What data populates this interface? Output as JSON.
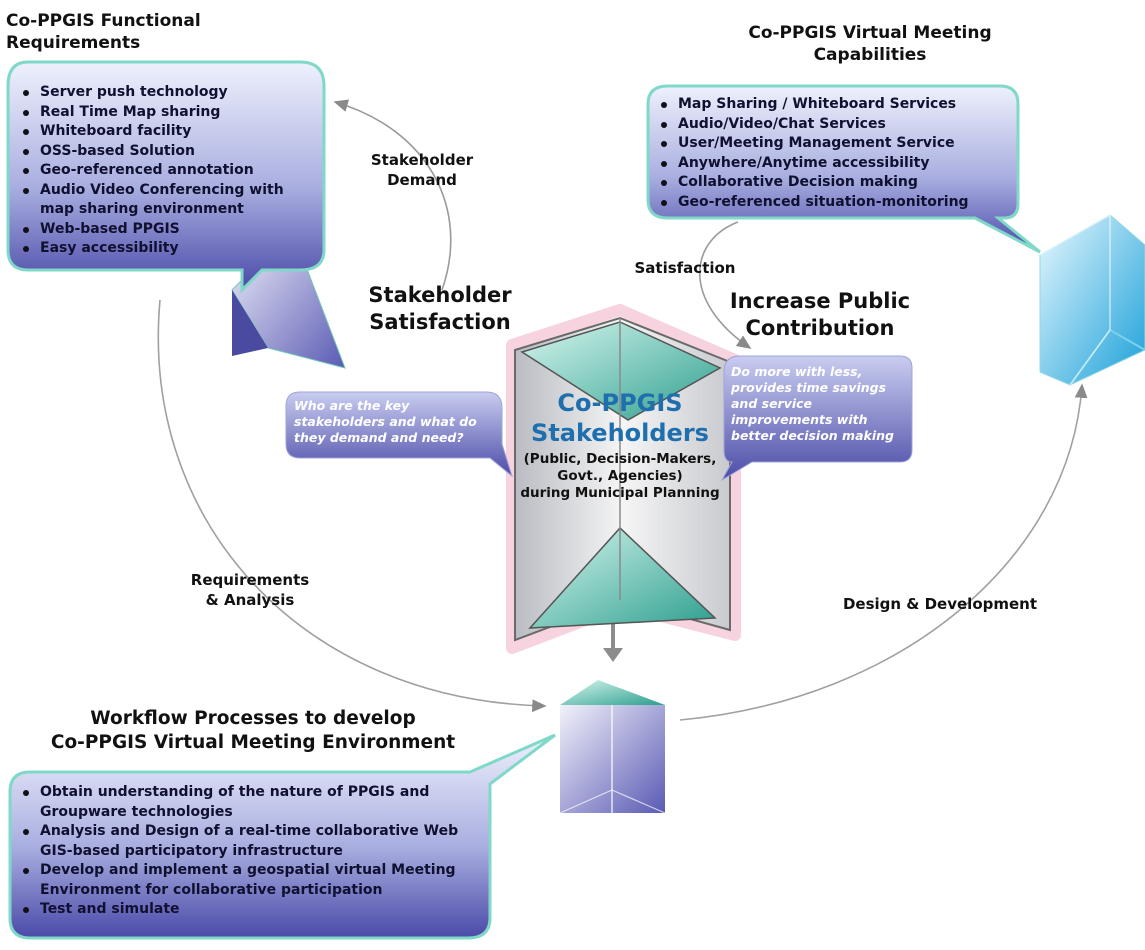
{
  "titles": {
    "functional": "Co-PPGIS Functional\nRequirements",
    "virtual": "Co-PPGIS Virtual Meeting\nCapabilities",
    "stakeholder_satisfaction": "Stakeholder\nSatisfaction",
    "increase_public": "Increase Public\nContribution",
    "workflow": "Workflow Processes to develop\nCo-PPGIS Virtual Meeting Environment"
  },
  "functional_items": [
    "Server push technology",
    "Real Time Map sharing",
    "Whiteboard facility",
    "OSS-based Solution",
    "Geo-referenced annotation",
    "Audio Video Conferencing with map sharing environment",
    "Web-based PPGIS",
    "Easy accessibility"
  ],
  "virtual_items": [
    "Map Sharing / Whiteboard Services",
    "Audio/Video/Chat Services",
    "User/Meeting Management Service",
    "Anywhere/Anytime accessibility",
    "Collaborative Decision making",
    "Geo-referenced situation-monitoring"
  ],
  "workflow_items": [
    "Obtain understanding of the nature of PPGIS and Groupware technologies",
    "Analysis and Design of a real-time collaborative Web GIS-based participatory infrastructure",
    "Develop and implement a geospatial virtual Meeting Environment for collaborative participation",
    "Test and simulate"
  ],
  "labels": {
    "stakeholder_demand": "Stakeholder\nDemand",
    "satisfaction": "Satisfaction",
    "requirements": "Requirements\n& Analysis",
    "design": "Design & Development"
  },
  "bubbles": {
    "left": "Who are the key stakeholders and what do they demand and need?",
    "right": "Do more with less, provides time savings and service improvements with better decision making"
  },
  "center": {
    "title": "Co-PPGIS\nStakeholders",
    "subtitle": "(Public, Decision-Makers,\nGovt., Agencies)\nduring Municipal Planning"
  },
  "colors": {
    "box_top": "#e8ecfa",
    "box_bottom": "#4a4aa8",
    "box_border": "#7fd8c8",
    "accent_blue": "#1f6fae"
  }
}
